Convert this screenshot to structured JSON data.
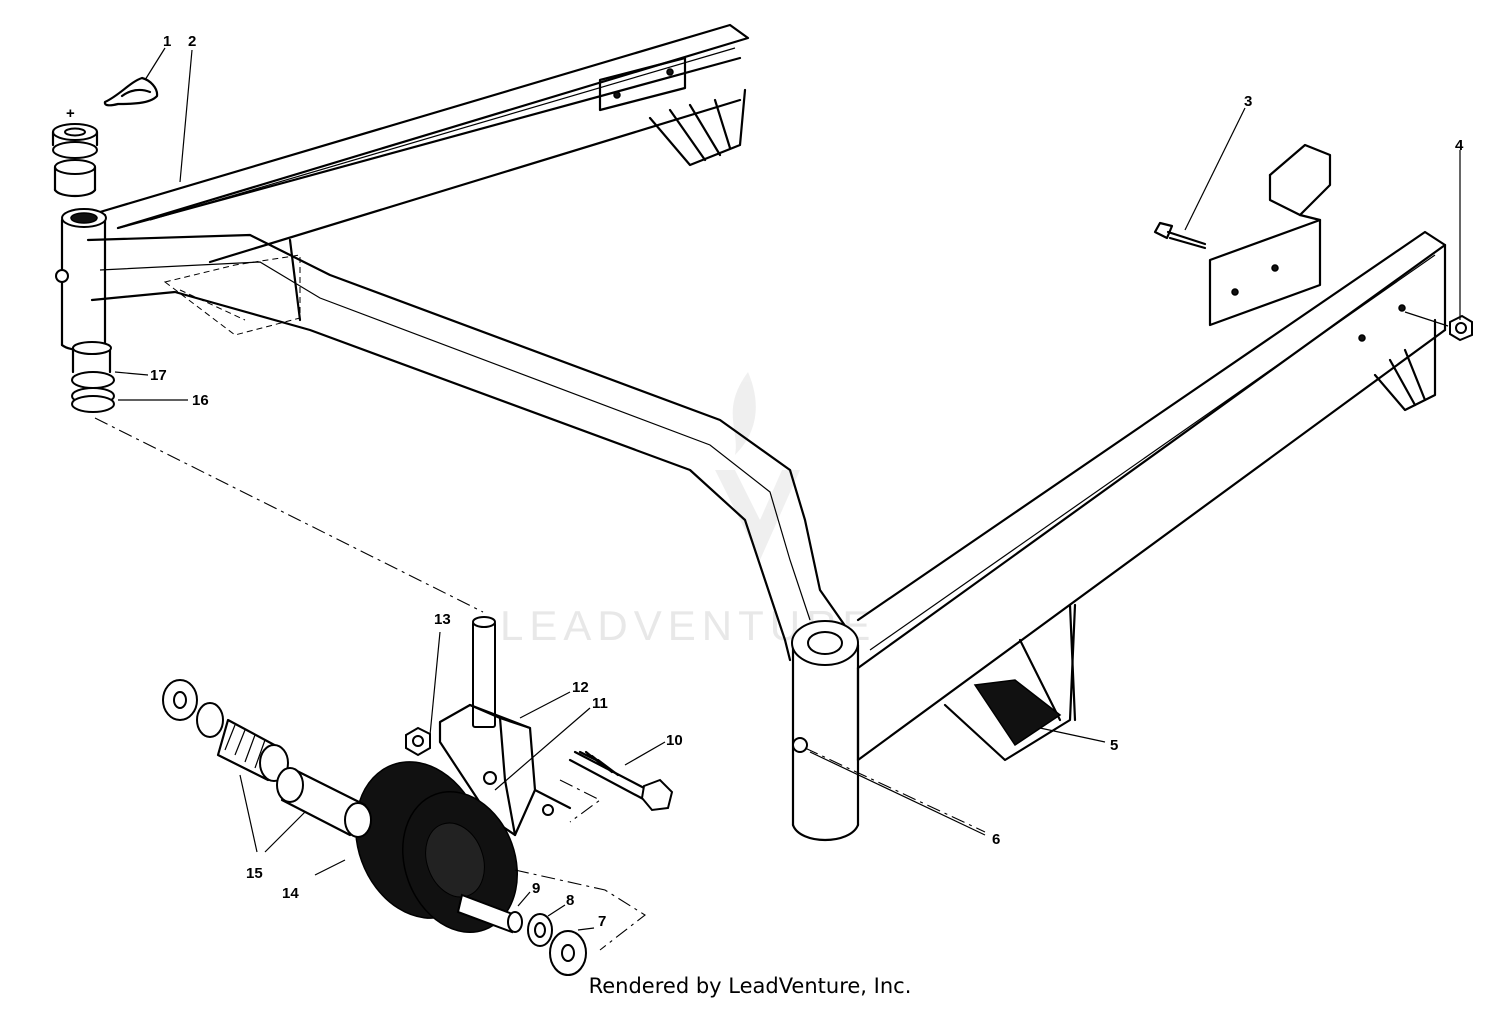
{
  "diagram": {
    "watermark_text": "LEADVENTURE",
    "credit_text": "Rendered by LeadVenture, Inc.",
    "callouts": [
      "1",
      "2",
      "3",
      "4",
      "5",
      "6",
      "7",
      "8",
      "9",
      "10",
      "11",
      "12",
      "13",
      "14",
      "15",
      "16",
      "17"
    ]
  }
}
